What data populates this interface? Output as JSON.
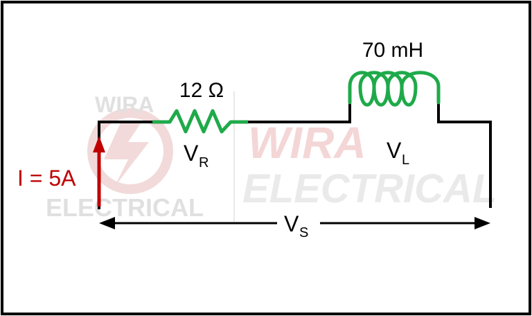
{
  "watermark": {
    "line1": "WIRA",
    "line2": "ELECTRICAL",
    "big_line1": "WIRA",
    "big_line2": "ELECTRICAL"
  },
  "components": {
    "resistor": {
      "value": "12 Ω",
      "voltage": "V",
      "voltage_sub": "R"
    },
    "inductor": {
      "value": "70 mH",
      "voltage": "V",
      "voltage_sub": "L"
    }
  },
  "current": {
    "label": "I = 5A"
  },
  "source_voltage": {
    "label": "V",
    "sub": "S"
  },
  "colors": {
    "wire": "#000000",
    "component": "#1faa4a",
    "current": "#c00000",
    "watermark": "#e8c8c8",
    "watermark_grey": "#dddddd"
  }
}
